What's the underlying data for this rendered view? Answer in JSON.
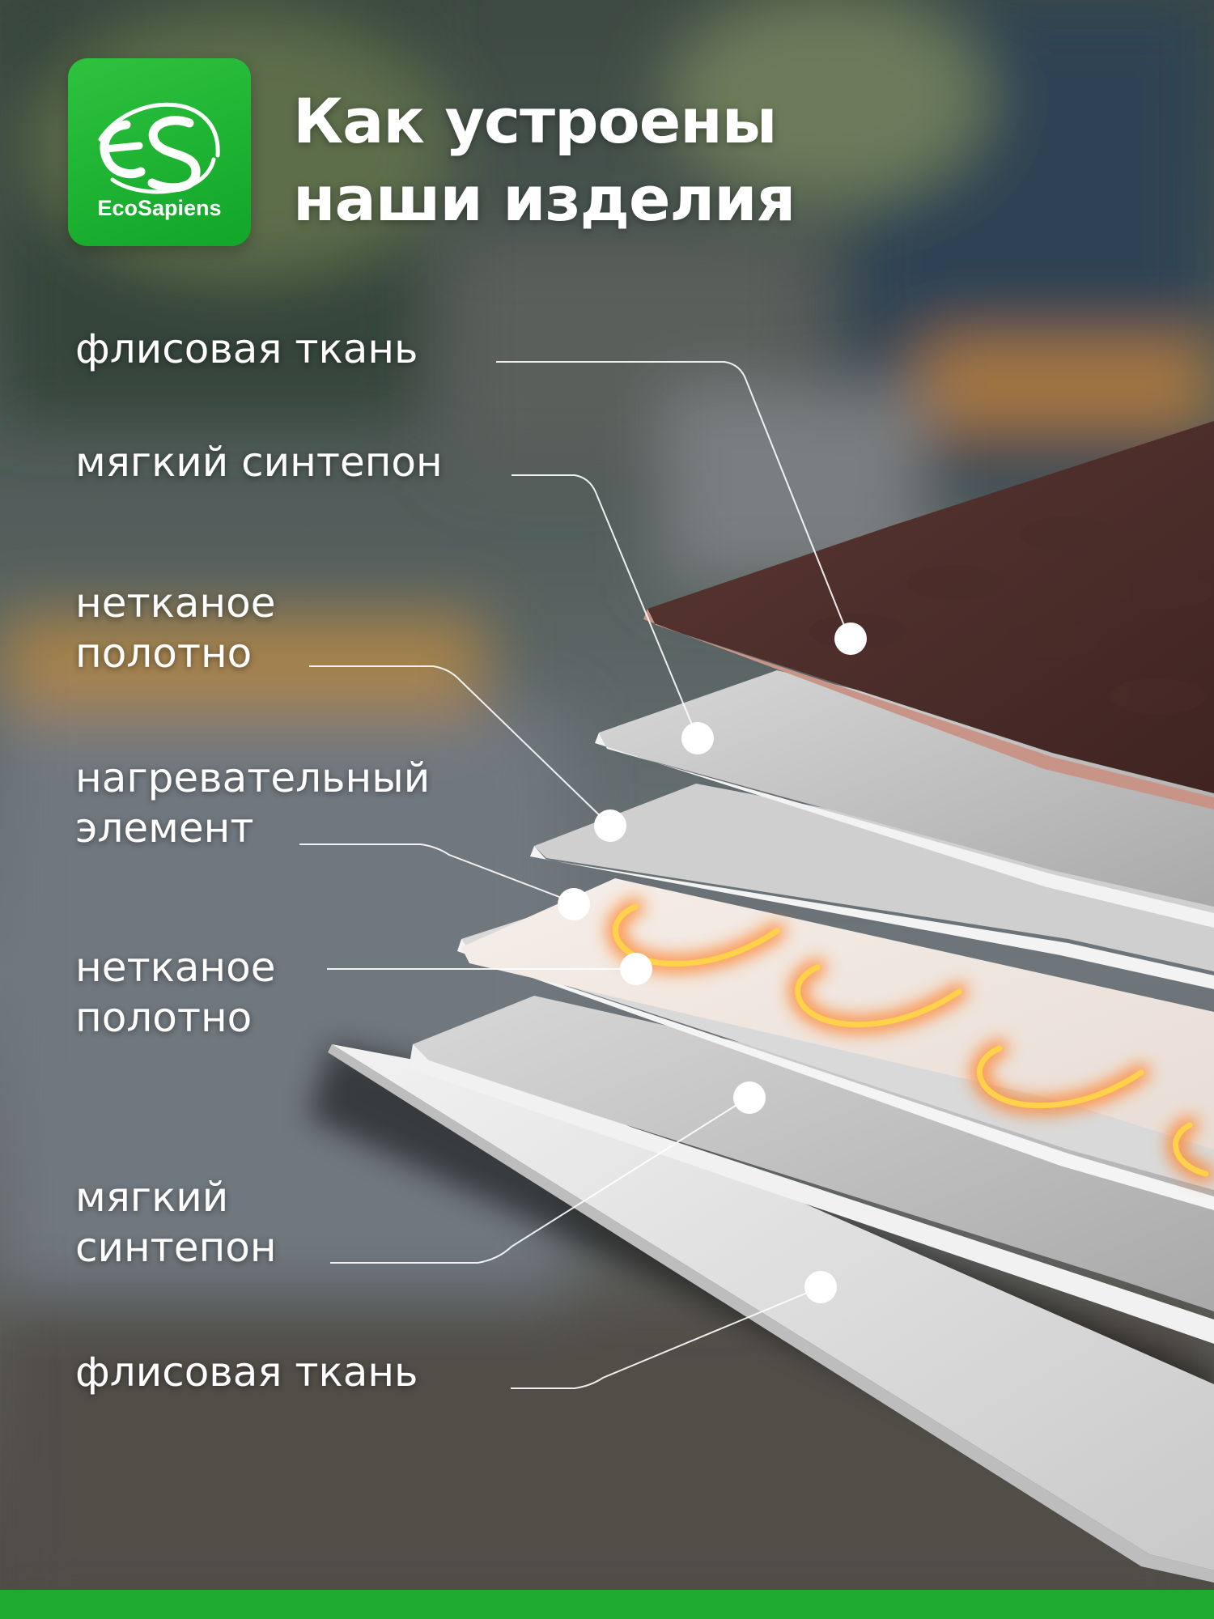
{
  "brand": {
    "logo_text": "EcoSapiens",
    "logo_mark": "ES",
    "accent_color": "#1faa32"
  },
  "header": {
    "title_line1": "Как устроены",
    "title_line2": "наши изделия"
  },
  "layers": [
    {
      "line1": "флисовая ткань",
      "line2": ""
    },
    {
      "line1": "мягкий синтепон",
      "line2": ""
    },
    {
      "line1": "нетканое",
      "line2": "полотно"
    },
    {
      "line1": "нагревательный",
      "line2": "элемент"
    },
    {
      "line1": "нетканое",
      "line2": "полотно"
    },
    {
      "line1": "мягкий",
      "line2": "синтепон"
    },
    {
      "line1": "флисовая ткань",
      "line2": ""
    }
  ]
}
